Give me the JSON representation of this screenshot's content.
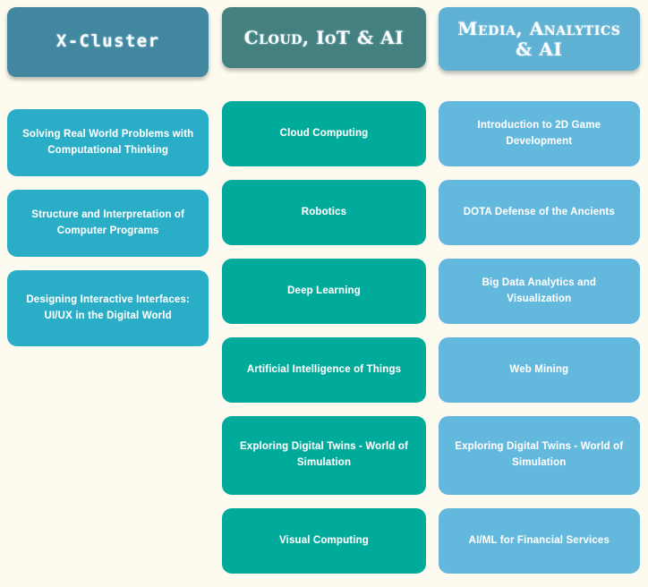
{
  "page": {
    "background_color": "#fdfbf0",
    "columns_count": 3
  },
  "columns": [
    {
      "id": "x-cluster",
      "header": {
        "label": "X-Cluster",
        "color": "#41879f",
        "text_color": "#ffffff"
      },
      "card_color": "#2aadc7",
      "cards": [
        {
          "label": "Solving Real World Problems with Computational Thinking",
          "tall": false
        },
        {
          "label": "Structure and Interpretation of Computer Programs",
          "tall": false
        },
        {
          "label": "Designing Interactive Interfaces: UI/UX in the Digital World",
          "tall": true
        }
      ]
    },
    {
      "id": "cloud-iot-ai",
      "header": {
        "label": "Cloud, IoT & AI",
        "color": "#43807f",
        "text_color": "#ffffff"
      },
      "card_color": "#00ab9b",
      "cards": [
        {
          "label": "Cloud Computing",
          "tall": false
        },
        {
          "label": "Robotics",
          "tall": false
        },
        {
          "label": "Deep Learning",
          "tall": false
        },
        {
          "label": "Artificial Intelligence of Things",
          "tall": false
        },
        {
          "label": "Exploring Digital Twins - World of Simulation",
          "tall": true
        },
        {
          "label": "Visual Computing",
          "tall": false
        }
      ]
    },
    {
      "id": "media-analytics-ai",
      "header": {
        "label": "Media, Analytics & AI",
        "color": "#5fb1d3",
        "text_color": "#ffffff"
      },
      "card_color": "#62b8dd",
      "cards": [
        {
          "label": "Introduction to 2D Game Development",
          "tall": false
        },
        {
          "label": "DOTA Defense of the Ancients",
          "tall": false
        },
        {
          "label": "Big Data Analytics and Visualization",
          "tall": false
        },
        {
          "label": "Web Mining",
          "tall": false
        },
        {
          "label": "Exploring Digital Twins - World of Simulation",
          "tall": true
        },
        {
          "label": "AI/ML for Financial Services",
          "tall": false
        }
      ]
    }
  ]
}
